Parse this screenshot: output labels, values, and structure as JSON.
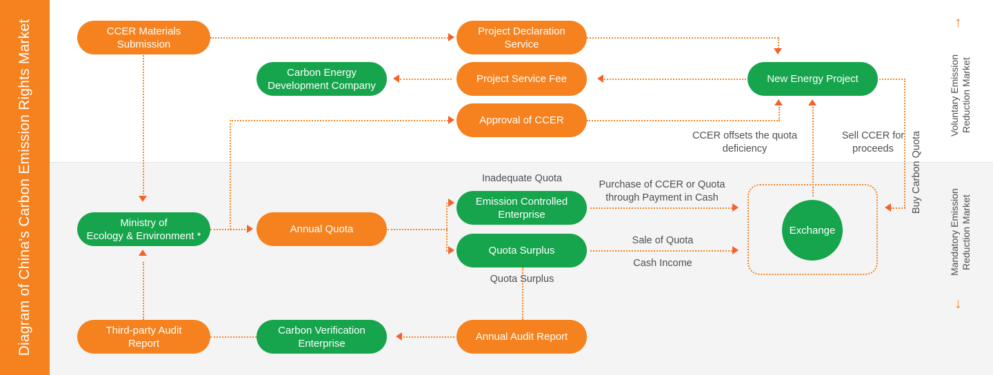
{
  "title": "Diagram of China's Carbon Emission Rights Market",
  "colors": {
    "orange": "#F5821F",
    "green": "#16A44C",
    "arrow": "#F4622A",
    "label_text": "#4B4F52",
    "band_top": "#FFFFFF",
    "band_bottom": "#F4F4F4"
  },
  "markets": {
    "voluntary": "Voluntary Emission\nReduction Market",
    "voluntary_arrow": "↑",
    "mandatory": "Mandatory Emission\nReduction Market",
    "mandatory_arrow": "↓"
  },
  "nodes": {
    "ccer_materials_submission": "CCER Materials\nSubmission",
    "project_declaration_service": "Project Declaration\nService",
    "new_energy_project": "New Energy Project",
    "carbon_energy_development_company": "Carbon Energy\nDevelopment Company",
    "project_service_fee": "Project Service Fee",
    "approval_of_ccer": "Approval of CCER",
    "ministry_of_ecology": "Ministry of\nEcology & Environment *",
    "annual_quota": "Annual Quota",
    "emission_controlled_enterprise": "Emission Controlled\nEnterprise",
    "quota_surplus": "Quota Surplus",
    "exchange": "Exchange",
    "third_party_audit_report": "Third-party Audit\nReport",
    "carbon_verification_enterprise": "Carbon Verification\nEnterprise",
    "annual_audit_report": "Annual Audit Report"
  },
  "edge_labels": {
    "ccer_offsets": "CCER offsets the quota\ndeficiency",
    "sell_ccer": "Sell CCER for\nproceeds",
    "buy_carbon_quota": "Buy Carbon Quota",
    "inadequate_quota": "Inadequate Quota",
    "quota_surplus_flow": "Quota Surplus",
    "purchase_ccer": "Purchase of CCER or Quota\nthrough Payment in Cash",
    "sale_of_quota": "Sale of Quota",
    "cash_income": "Cash Income"
  }
}
